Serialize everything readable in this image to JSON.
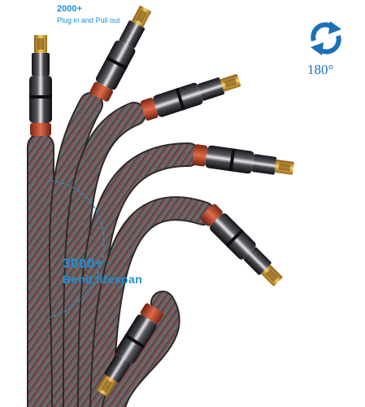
{
  "annotations": {
    "plug_cycles": "2000+",
    "plug_caption": "Plug in and Pull out",
    "bend_cycles": "3000+",
    "bend_caption": "Bend lifespan",
    "rotation": "180°"
  },
  "icons": {
    "rotation": "rotate-arrows-icon",
    "bend_arc": "dashed-arc-icon"
  },
  "colors": {
    "accent_blue": "#1d8fd6",
    "rotation_blue": "#1c6fb8",
    "band_orange": "#c3452a",
    "braid_dark": "#3e3e3e",
    "braid_red": "#b33a3a",
    "gold": "#d9a12c",
    "chrome": "#2a2a2e"
  }
}
